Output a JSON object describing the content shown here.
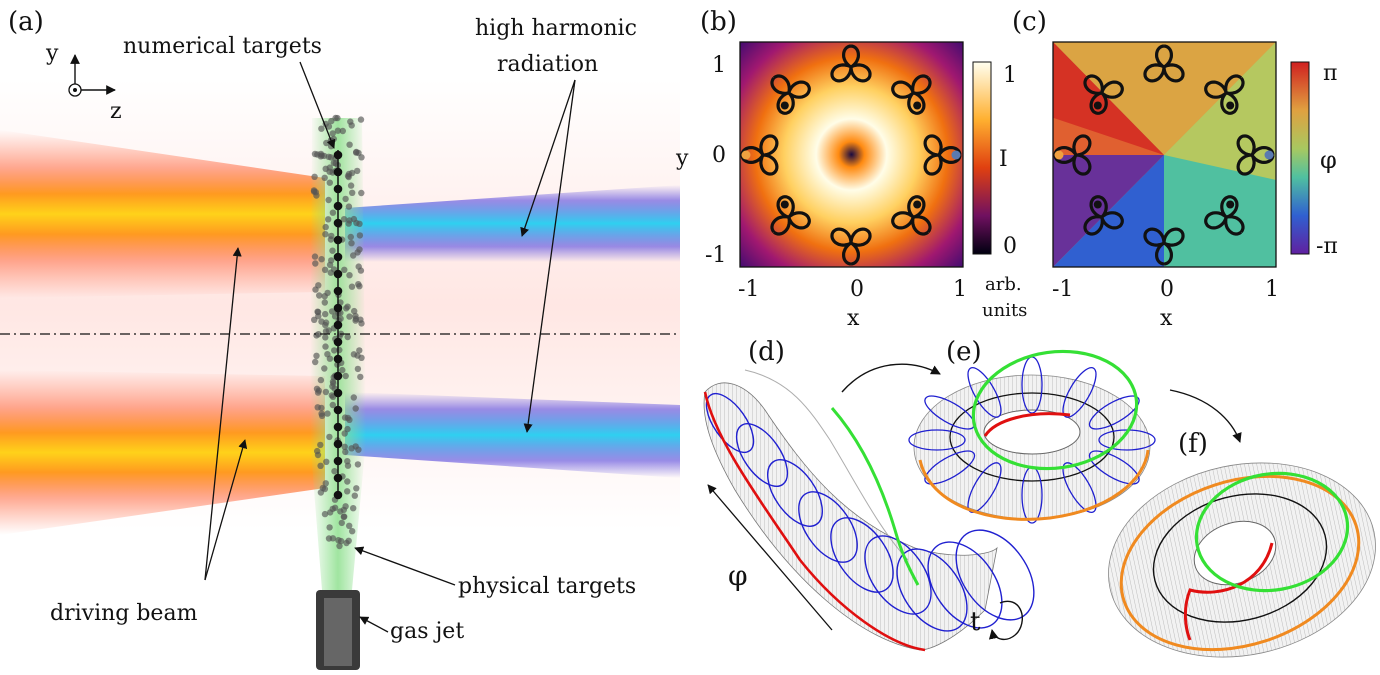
{
  "panels": {
    "a": "(a)",
    "b": "(b)",
    "c": "(c)",
    "d": "(d)",
    "e": "(e)",
    "f": "(f)"
  },
  "panel_a": {
    "axis_y": "y",
    "axis_z": "z",
    "numerical_targets": "numerical targets",
    "high_harmonic_line1": "high harmonic",
    "high_harmonic_line2": "radiation",
    "physical_targets": "physical targets",
    "gas_jet": "gas jet",
    "driving_beam": "driving beam"
  },
  "panel_b": {
    "ylabel": "y",
    "xlabel": "x",
    "xticks": [
      "-1",
      "0",
      "1"
    ],
    "yticks": [
      "1",
      "0",
      "-1"
    ],
    "colorbar_ticks": [
      "1",
      "0"
    ],
    "colorbar_label": "I",
    "colorbar_units_line1": "arb.",
    "colorbar_units_line2": "units"
  },
  "panel_c": {
    "xlabel": "x",
    "xticks": [
      "-1",
      "0",
      "1"
    ],
    "colorbar_ticks": [
      "π",
      "-π"
    ],
    "colorbar_label": "φ"
  },
  "panel_d": {
    "phi_label": "φ",
    "t_label": "t"
  },
  "colors": {
    "beam_core": "#ffd21a",
    "beam_edge": "#ff4a2a",
    "harmonic": "#2fc8f0",
    "harmonic_edge": "#6d5fe0",
    "gas": "#8fe08f",
    "green_curve": "#35e035",
    "red_curve": "#e01010",
    "orange_curve": "#f08a20",
    "blue_lines": "#2020d0"
  }
}
